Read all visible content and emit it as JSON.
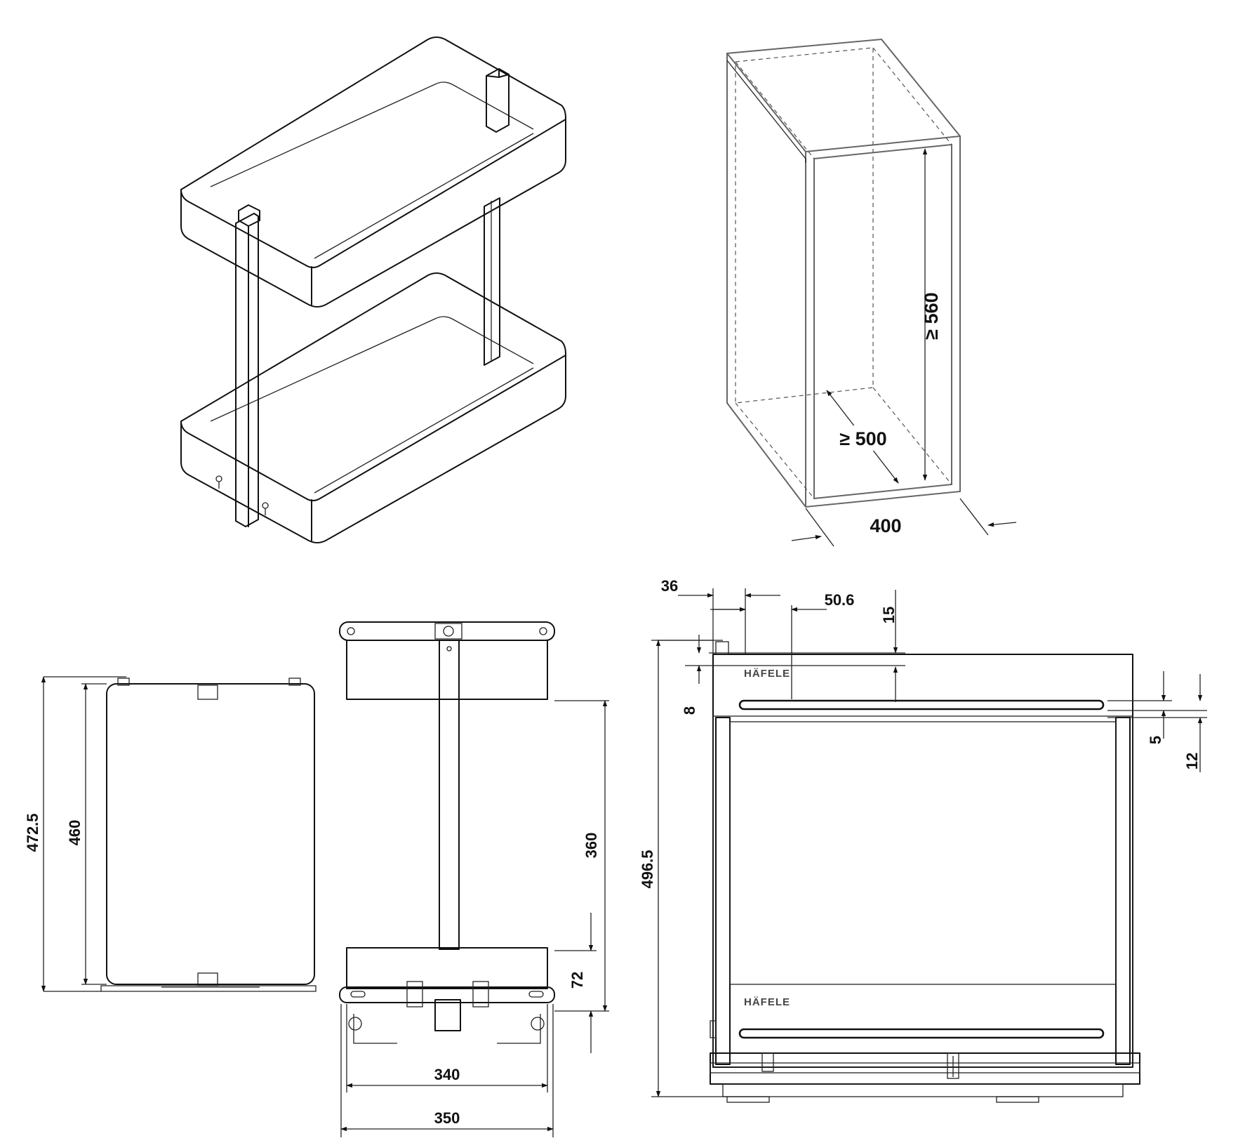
{
  "views": {
    "basket_iso": {},
    "cabinet_iso": {
      "min_height": "≥ 560",
      "min_depth": "≥ 500",
      "width": "400"
    },
    "side_view": {
      "overall_height": "472.5",
      "frame_height": "460"
    },
    "front_view": {
      "tier_spacing": "360",
      "bottom_offset": "72",
      "inner_width": "340",
      "outer_width": "350"
    },
    "elevation_view": {
      "offset_left": "36",
      "offset_right": "50.6",
      "top_gap": "15",
      "rim_height": "8",
      "rail_thickness": "5",
      "rail_height": "12",
      "total_height": "496.5",
      "brand": "HÄFELE"
    }
  }
}
